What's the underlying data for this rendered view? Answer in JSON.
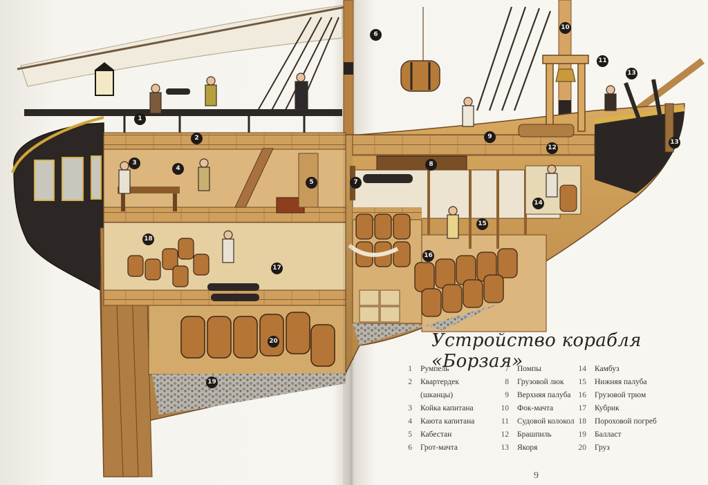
{
  "caption": "Устройство корабля «Борзая»",
  "page_number": "9",
  "legend": [
    {
      "num": "1",
      "label": "Румпель"
    },
    {
      "num": "2",
      "label": "Квартердек"
    },
    {
      "num": "",
      "label": "(шканцы)"
    },
    {
      "num": "3",
      "label": "Койка капитана"
    },
    {
      "num": "4",
      "label": "Каюта капитана"
    },
    {
      "num": "5",
      "label": "Кабестан"
    },
    {
      "num": "6",
      "label": "Грот-мачта"
    },
    {
      "num": "7",
      "label": "Помпы"
    },
    {
      "num": "8",
      "label": "Грузовой люк"
    },
    {
      "num": "9",
      "label": "Верхняя палуба"
    },
    {
      "num": "10",
      "label": "Фок-мачта"
    },
    {
      "num": "11",
      "label": "Судовой колокол"
    },
    {
      "num": "12",
      "label": "Брашпиль"
    },
    {
      "num": "13",
      "label": "Якоря"
    },
    {
      "num": "14",
      "label": "Камбуз"
    },
    {
      "num": "15",
      "label": "Нижняя палуба"
    },
    {
      "num": "16",
      "label": "Грузовой трюм"
    },
    {
      "num": "17",
      "label": "Кубрик"
    },
    {
      "num": "18",
      "label": "Пороховой погреб"
    },
    {
      "num": "19",
      "label": "Балласт"
    },
    {
      "num": "20",
      "label": "Груз"
    }
  ],
  "markers": [
    "1",
    "2",
    "3",
    "4",
    "5",
    "6",
    "7",
    "8",
    "9",
    "10",
    "11",
    "12",
    "13",
    "13",
    "14",
    "15",
    "16",
    "17",
    "18",
    "19",
    "20"
  ],
  "colors": {
    "hull_dark": "#2b2624",
    "wood": "#c79a5c",
    "wood_light": "#e3c391",
    "paper": "#f6f4ee",
    "yellow_band": "#d9b24a"
  }
}
